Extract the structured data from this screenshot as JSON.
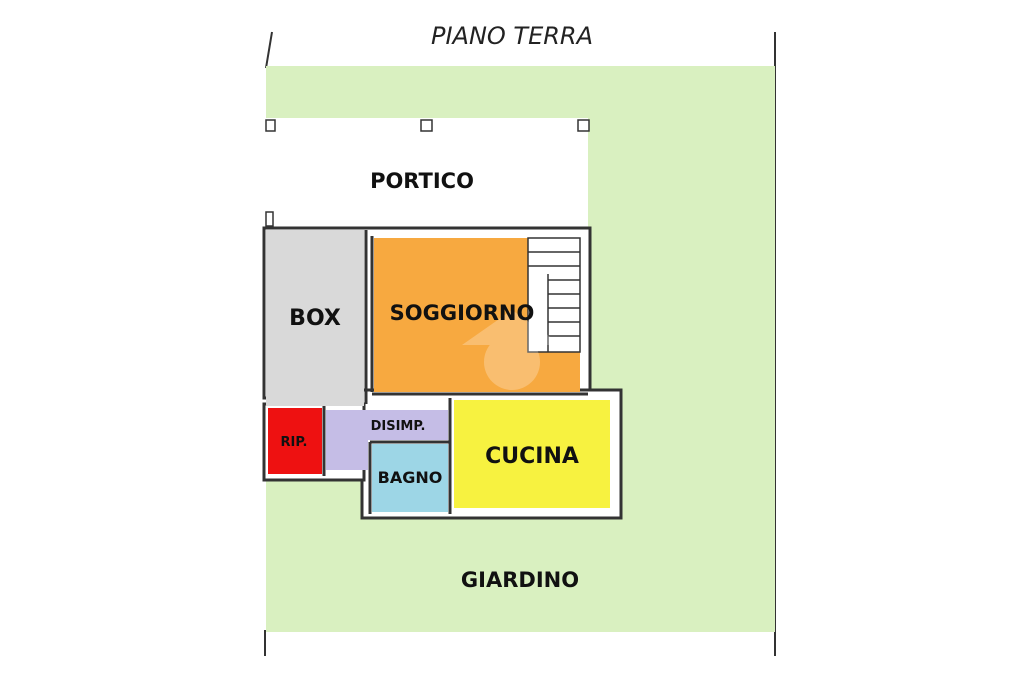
{
  "floor_title": "PIANO TERRA",
  "colors": {
    "garden": "#d9f0c0",
    "box": "#d9d9d9",
    "soggiorno": "#f7a940",
    "cucina": "#f7f240",
    "disimpegno": "#c5bde6",
    "bagno": "#9dd6e6",
    "ripostiglio": "#ee1111",
    "wall": "#333333"
  },
  "rooms": {
    "portico": "PORTICO",
    "box": "BOX",
    "soggiorno": "SOGGIORNO",
    "ripostiglio": "RIP.",
    "disimpegno": "DISIMP.",
    "bagno": "BAGNO",
    "cucina": "CUCINA",
    "giardino": "GIARDINO"
  }
}
